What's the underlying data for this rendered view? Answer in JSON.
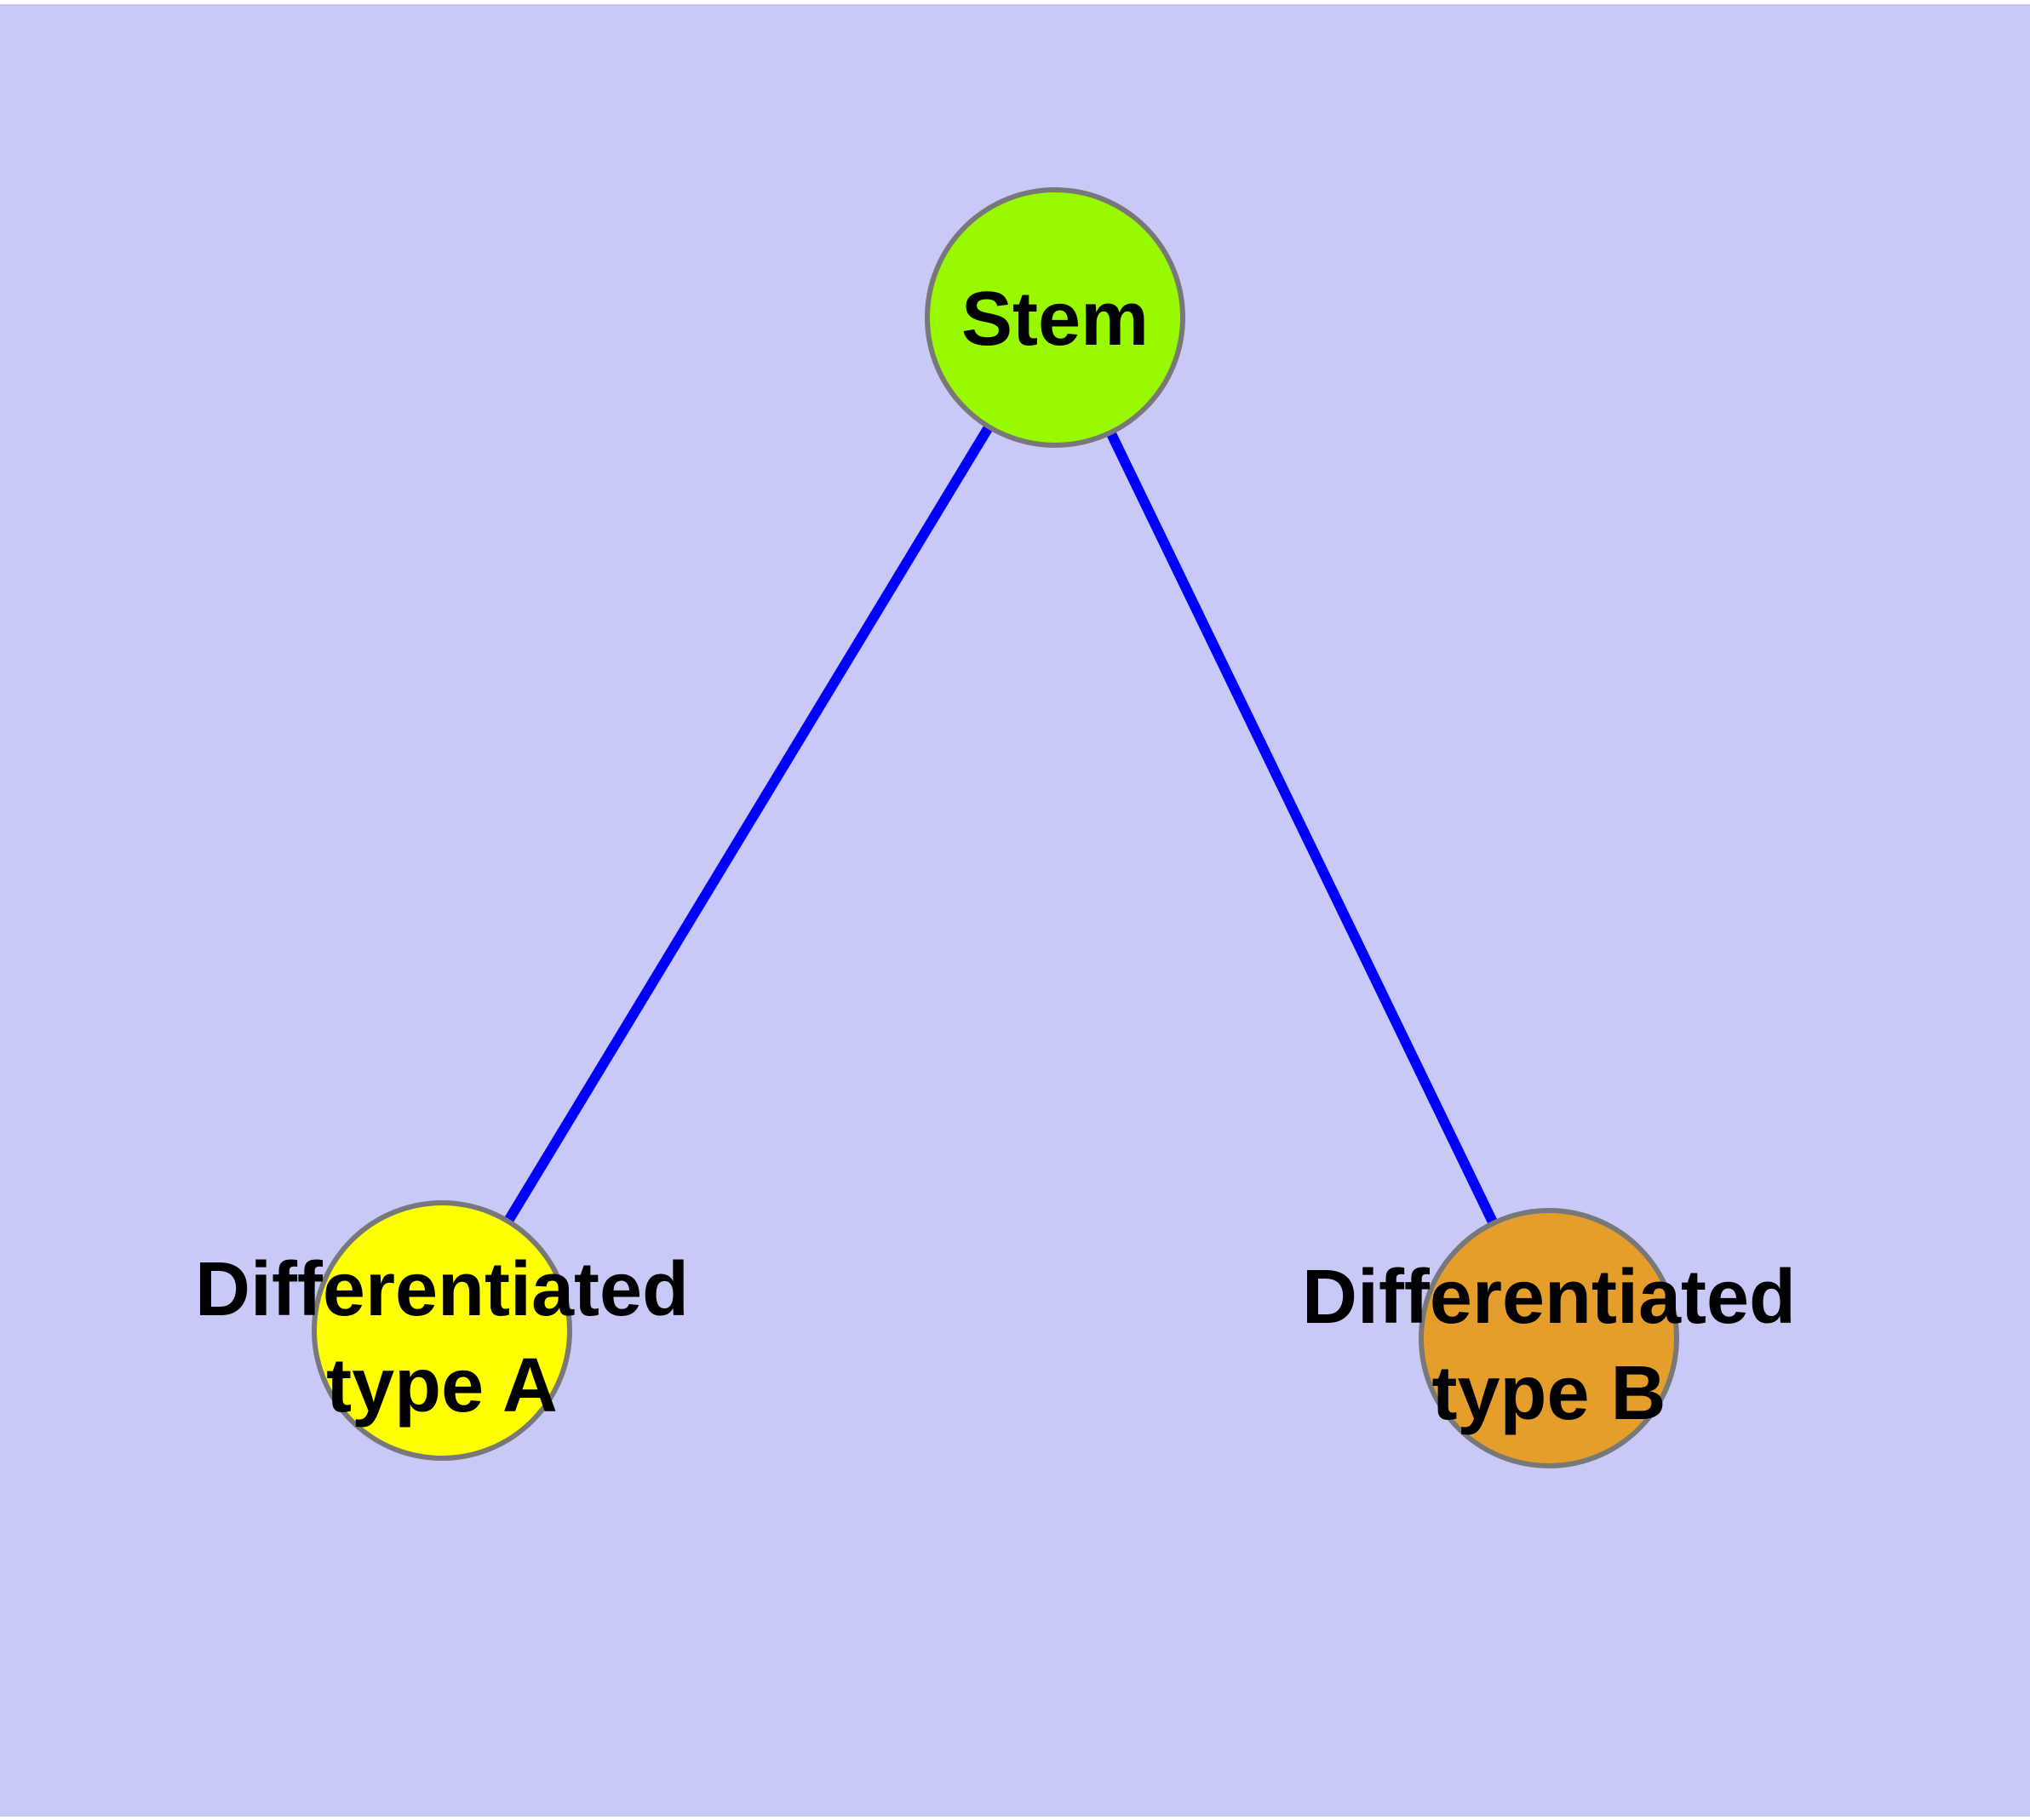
{
  "diagram": {
    "type": "graph",
    "description": "Stem cell differentiation tree diagram",
    "background_color": "#C9C9F8",
    "margin_color": "#FFFFFF",
    "edge_color": "#0000FF",
    "node_border_color": "#787878",
    "label_color": "#000000",
    "nodes": [
      {
        "id": "stem",
        "label": "Stem",
        "label_lines": [
          "Stem"
        ],
        "color": "#99FA00"
      },
      {
        "id": "differentiated-type-a",
        "label": "Differentiated type A",
        "label_lines": [
          "Differentiated",
          "type A"
        ],
        "color": "#FFFF00"
      },
      {
        "id": "differentiated-type-b",
        "label": "Differentiated type B",
        "label_lines": [
          "Differentiated",
          "type B"
        ],
        "color": "#E59E2B"
      }
    ],
    "edges": [
      {
        "from": "Stem",
        "to": "Differentiated type A"
      },
      {
        "from": "Stem",
        "to": "Differentiated type B"
      }
    ]
  }
}
